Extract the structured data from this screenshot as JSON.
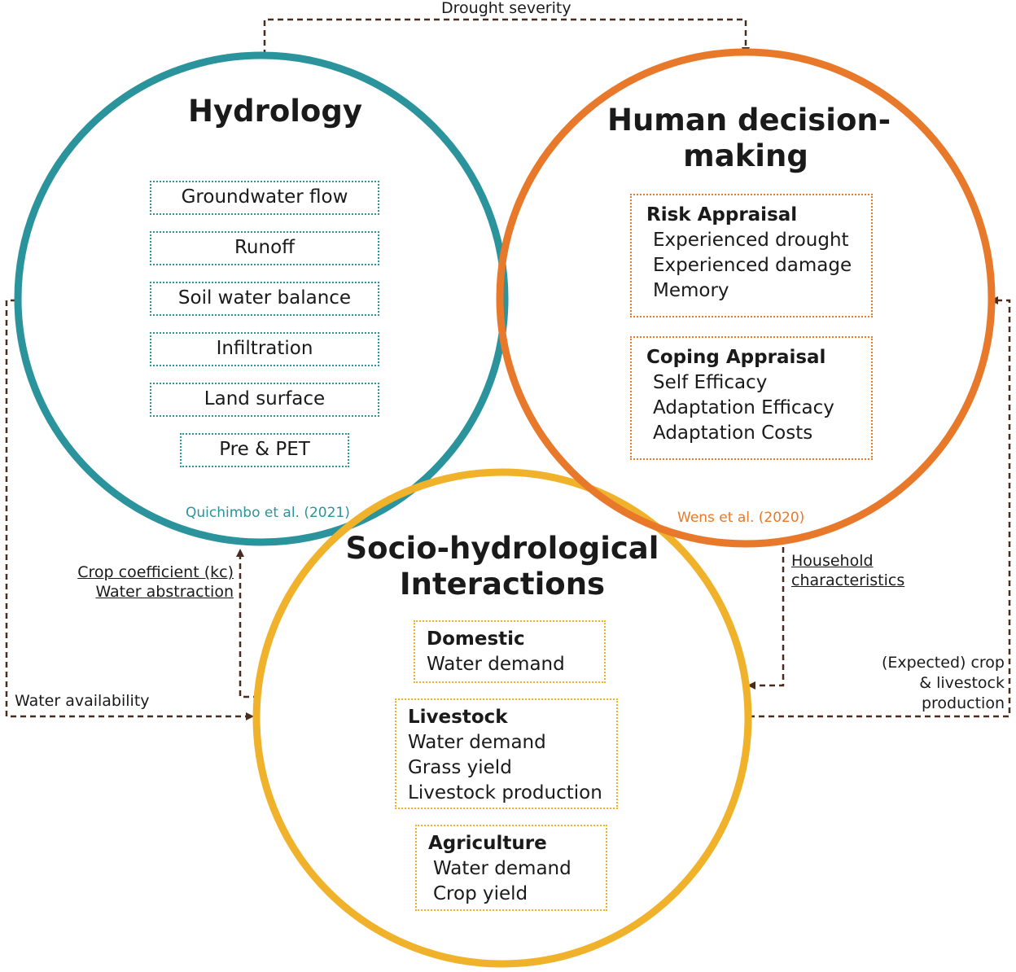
{
  "colors": {
    "hydrology": "#2a939c",
    "human": "#e8782a",
    "socio": "#efb22a",
    "arrow": "#4a2c1d"
  },
  "hydrology": {
    "title": "Hydrology",
    "items": [
      "Groundwater flow",
      "Runoff",
      "Soil water balance",
      "Infiltration",
      "Land surface",
      "Pre & PET"
    ],
    "reference": "Quichimbo et al. (2021)"
  },
  "human": {
    "title_line1": "Human decision-",
    "title_line2": "making",
    "risk": {
      "heading": "Risk Appraisal",
      "items": [
        "Experienced drought",
        "Experienced damage",
        "Memory"
      ]
    },
    "coping": {
      "heading": "Coping Appraisal",
      "items": [
        "Self Efficacy",
        "Adaptation Efficacy",
        "Adaptation Costs"
      ]
    },
    "reference": "Wens et al. (2020)"
  },
  "socio": {
    "title_line1": "Socio-hydrological",
    "title_line2": "Interactions",
    "domestic": {
      "heading": "Domestic",
      "items": [
        "Water demand"
      ]
    },
    "livestock": {
      "heading": "Livestock",
      "items": [
        "Water demand",
        "Grass yield",
        "Livestock production"
      ]
    },
    "agriculture": {
      "heading": "Agriculture",
      "items": [
        "Water demand",
        "Crop yield"
      ]
    }
  },
  "links": {
    "drought_severity": "Drought severity",
    "crop_coefficient": "Crop coefficient (kc)",
    "water_abstraction": "Water abstraction",
    "water_availability": "Water availability",
    "household_1": "Household",
    "household_2": "characteristics",
    "expected_1": "(Expected) crop",
    "expected_2": "& livestock",
    "expected_3": "production"
  }
}
